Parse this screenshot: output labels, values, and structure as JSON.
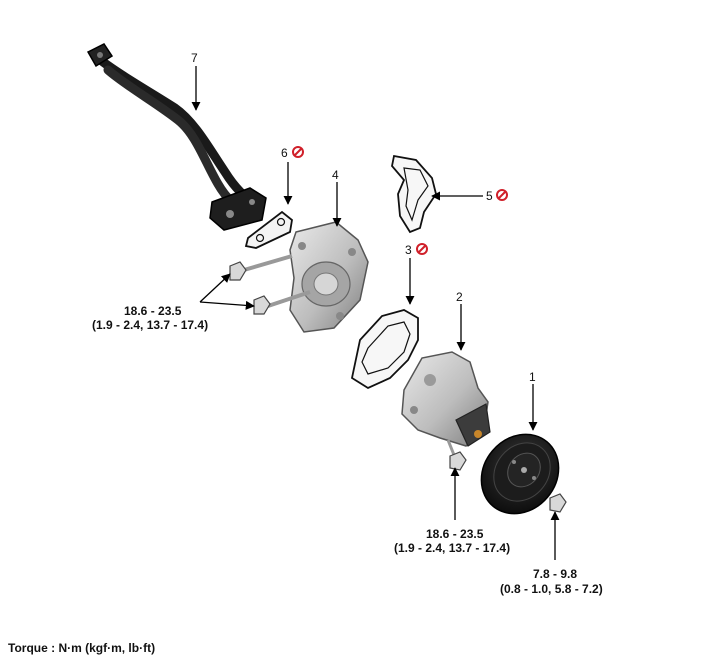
{
  "callouts": {
    "c1": "1",
    "c2": "2",
    "c3": "3",
    "c4": "4",
    "c5": "5",
    "c6": "6",
    "c7": "7"
  },
  "torque": {
    "t1_line1": "18.6 - 23.5",
    "t1_line2": "(1.9 - 2.4, 13.7 - 17.4)",
    "t2_line1": "18.6 - 23.5",
    "t2_line2": "(1.9 - 2.4, 13.7 - 17.4)",
    "t3_line1": "7.8 - 9.8",
    "t3_line2": "(0.8 - 1.0, 5.8 - 7.2)"
  },
  "footer": {
    "units_note": "Torque : N·m (kgf·m, lb·ft)"
  },
  "colors": {
    "pipe": "#1a1a1a",
    "casting": "#c9c9c9",
    "casting_dark": "#8a8a8a",
    "pulley": "#161616",
    "no_reuse": "#d0202a"
  }
}
